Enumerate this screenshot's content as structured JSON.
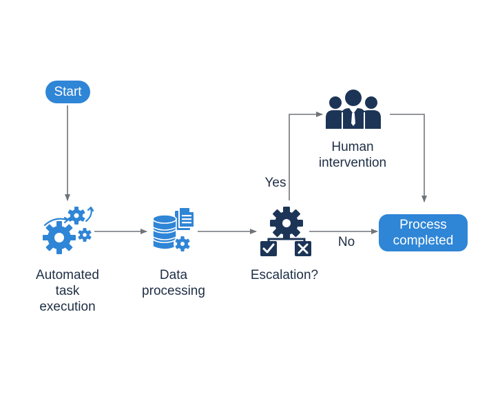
{
  "colors": {
    "accent": "#2f85d6",
    "navy": "#1c3557",
    "connector": "#6f7479",
    "text": "#1e2e44",
    "background": "#ffffff"
  },
  "nodes": {
    "start": {
      "label": "Start"
    },
    "automated_task": {
      "label_lines": [
        "Automated",
        "task",
        "execution"
      ],
      "icon": "gears-icon"
    },
    "data_processing": {
      "label_lines": [
        "Data",
        "processing"
      ],
      "icon": "database-documents-icon"
    },
    "escalation": {
      "label": "Escalation?",
      "icon": "gear-decision-icon"
    },
    "human_intervention": {
      "label_lines": [
        "Human",
        "intervention"
      ],
      "icon": "people-group-icon"
    },
    "process_completed": {
      "label_lines": [
        "Process",
        "completed"
      ]
    }
  },
  "edges": [
    {
      "from": "start",
      "to": "automated_task"
    },
    {
      "from": "automated_task",
      "to": "data_processing"
    },
    {
      "from": "data_processing",
      "to": "escalation"
    },
    {
      "from": "escalation",
      "to": "human_intervention",
      "label": "Yes"
    },
    {
      "from": "escalation",
      "to": "process_completed",
      "label": "No"
    },
    {
      "from": "human_intervention",
      "to": "process_completed"
    }
  ]
}
